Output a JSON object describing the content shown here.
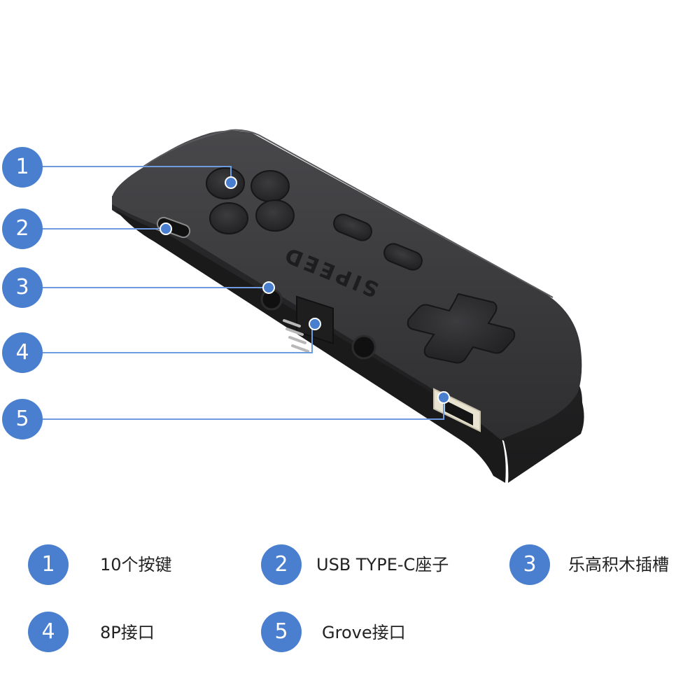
{
  "diagram": {
    "product_logo": "SIPEED",
    "callouts": [
      {
        "number": "1",
        "target": "buttons"
      },
      {
        "number": "2",
        "target": "usb-type-c-port"
      },
      {
        "number": "3",
        "target": "lego-slot"
      },
      {
        "number": "4",
        "target": "8p-connector"
      },
      {
        "number": "5",
        "target": "grove-connector"
      }
    ],
    "legend": [
      {
        "number": "1",
        "label": "10个按键"
      },
      {
        "number": "2",
        "label": "USB TYPE-C座子"
      },
      {
        "number": "3",
        "label": "乐高积木插槽"
      },
      {
        "number": "4",
        "label": "8P接口"
      },
      {
        "number": "5",
        "label": "Grove接口"
      }
    ]
  },
  "colors": {
    "badge": "#4a7fd0",
    "leader_line": "#6e9be0",
    "body_dark": "#2c2c2e",
    "body_top": "#3a3a3c",
    "port_beige": "#e9e4d2"
  }
}
